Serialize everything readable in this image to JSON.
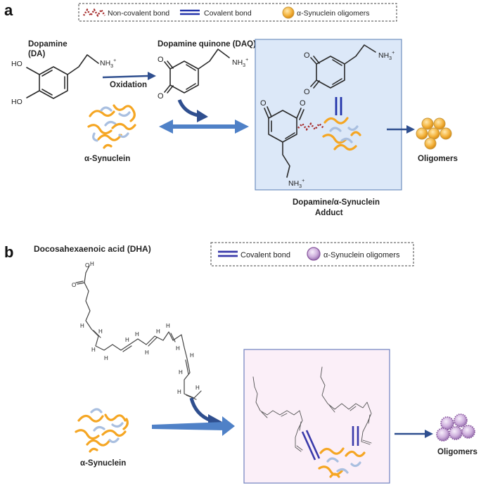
{
  "panel_a": {
    "letter": "a",
    "legend": {
      "non_covalent": "Non-covalent bond",
      "covalent": "Covalent bond",
      "oligomers": "α-Synuclein oligomers"
    },
    "dopamine_title": "Dopamine",
    "dopamine_abbr": "(DA)",
    "daq_title": "Dopamine quinone (DAQ)",
    "oxidation": "Oxidation",
    "synuclein": "α-Synuclein",
    "adduct_line1": "Dopamine/α-Synuclein",
    "adduct_line2": "Adduct",
    "oligomers": "Oligomers",
    "ho": "HO",
    "nh3": "NH",
    "o": "O",
    "colors": {
      "box_fill": "#dce8f8",
      "oligomer_fill": "#f5a623",
      "covalent": "#2233aa",
      "noncovalent": "#a52a2a"
    }
  },
  "panel_b": {
    "letter": "b",
    "dha_title": "Docosahexaenoic  acid (DHA)",
    "legend": {
      "covalent": "Covalent bond",
      "oligomers": "α-Synuclein oligomers"
    },
    "synuclein": "α-Synuclein",
    "oligomers": "Oligomers",
    "o": "O",
    "h": "H",
    "colors": {
      "box_fill": "#fbeff8",
      "oligomer_fill": "#c9a8d8",
      "covalent": "#3a3aaa"
    }
  }
}
